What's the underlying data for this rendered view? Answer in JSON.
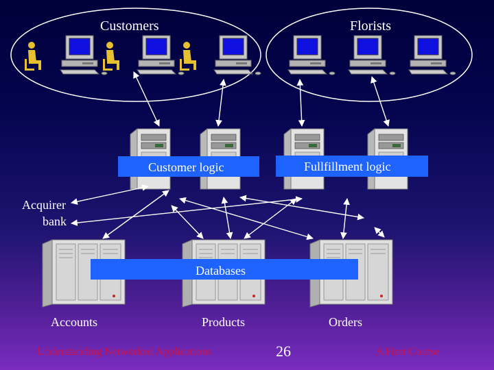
{
  "groups": {
    "customers": "Customers",
    "florists": "Florists"
  },
  "logic": {
    "customer": "Customer logic",
    "fulfillment": "Fullfillment logic"
  },
  "acquirer": {
    "line1": "Acquirer",
    "line2": "bank"
  },
  "databases": "Databases",
  "db_labels": {
    "accounts": "Accounts",
    "products": "Products",
    "orders": "Orders"
  },
  "footer": {
    "left": "Understanding Networked Applications",
    "page": "26",
    "right": "A First Course"
  },
  "colors": {
    "label_bar": "#1f63ff",
    "footer_text": "#cc1144",
    "arrow": "#ffffff",
    "oval": "#ffffff"
  },
  "icons": [
    "person-at-desk-icon",
    "computer-workstation-icon",
    "tower-server-icon",
    "mainframe-cabinet-icon"
  ]
}
